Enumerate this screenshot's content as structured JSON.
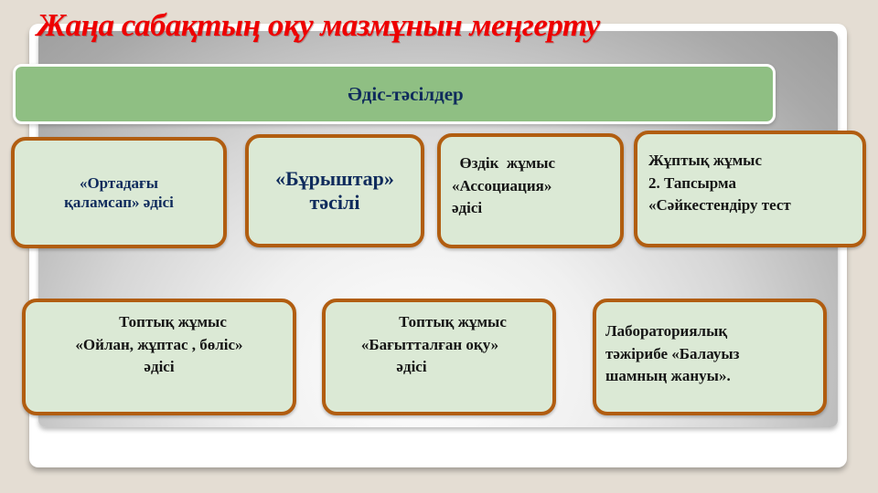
{
  "slide": {
    "title": "Жаңа сабақтың оқу мазмұнын меңгерту",
    "colors": {
      "title": "#ee0000",
      "banner_fill": "#8fbf83",
      "box_fill": "#dbe9d5",
      "box_border": "#b15d10",
      "heading_text": "#0f2b5c",
      "body_text": "#151515",
      "background": "#e4ddd3"
    }
  },
  "banner": {
    "label": "Әдіс-тәсілдер"
  },
  "top_row": [
    {
      "lines": [
        "«Ортадағы",
        "қаламсап» әдісі"
      ]
    },
    {
      "lines": [
        "«Бұрыштар»",
        "тәсілі"
      ]
    },
    {
      "lines": [
        "  Өздік  жұмыс",
        "«Ассоциация»",
        "әдісі"
      ]
    },
    {
      "lines": [
        "Жұптық жұмыс",
        "2. Тапсырма",
        "«Сәйкестендіру тест"
      ]
    }
  ],
  "bottom_row": [
    {
      "lines": [
        "Топтық жұмыс",
        "«Ойлан, жұптас , бөліс»",
        "әдісі"
      ]
    },
    {
      "lines": [
        "Топтық жұмыс",
        "«Бағытталған оқу»",
        "әдісі"
      ]
    },
    {
      "lines": [
        "Лабораториялық",
        "тәжірибе «Балауыз",
        "шамның жануы»."
      ]
    }
  ]
}
